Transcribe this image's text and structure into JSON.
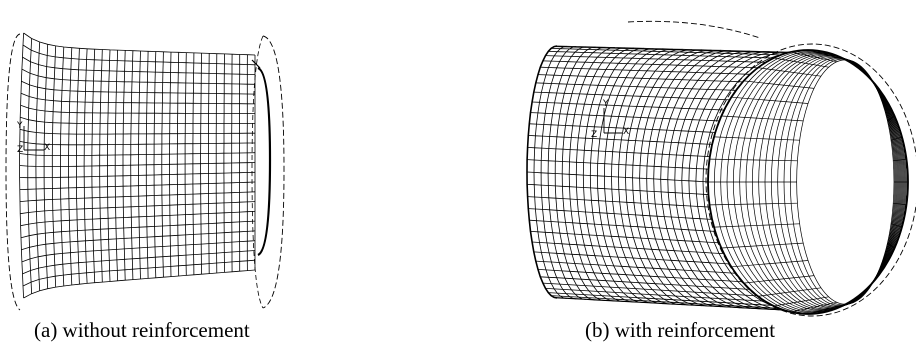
{
  "panels": [
    {
      "caption": "(a) without reinforcement",
      "axis_labels": {
        "y": "Y",
        "z": "Z",
        "x": "X"
      }
    },
    {
      "caption": "(b) with reinforcement",
      "axis_labels": {
        "y": "Y",
        "z": "Z",
        "x": "X"
      }
    }
  ]
}
